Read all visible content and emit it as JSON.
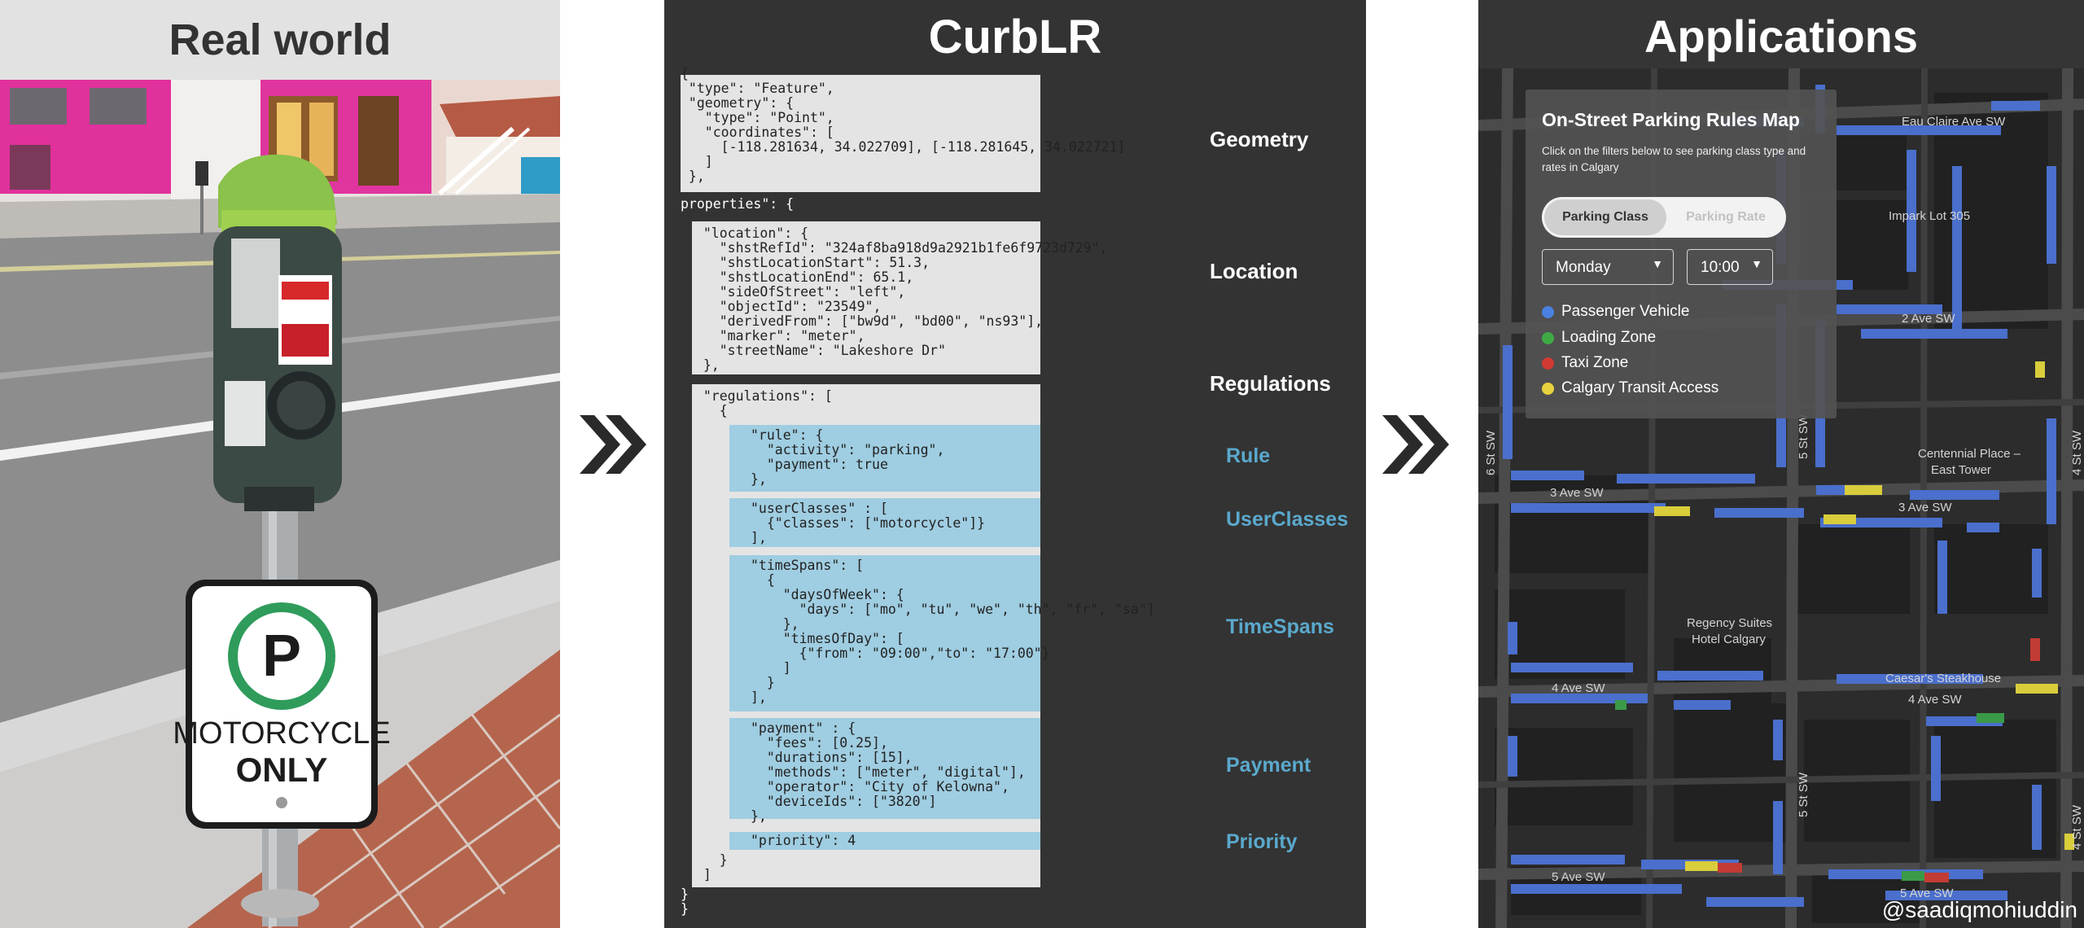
{
  "left": {
    "title": "Real world",
    "sign": {
      "letter": "P",
      "line1": "MOTORCYCLE",
      "line2": "ONLY"
    }
  },
  "middle": {
    "title": "CurbLR",
    "code": {
      "geometry": "{\n \"type\": \"Feature\",\n \"geometry\": {\n   \"type\": \"Point\",\n   \"coordinates\": [\n     [-118.281634, 34.022709], [-118.281645, 34.022721]\n   ]\n },",
      "properties": "properties\": {",
      "location": "  \"location\": {\n    \"shstRefId\": \"324af8ba918d9a2921b1fe6f9723d729\",\n    \"shstLocationStart\": 51.3,\n    \"shstLocationEnd\": 65.1,\n    \"sideOfStreet\": \"left\",\n    \"objectId\": \"23549\",\n    \"derivedFrom\": [\"bw9d\", \"bd00\", \"ns93\"],\n    \"marker\": \"meter\",\n    \"streetName\": \"Lakeshore Dr\"\n  },",
      "regulations_open": "  \"regulations\": [\n    {",
      "rule": "\"rule\": {\n  \"activity\": \"parking\",\n  \"payment\": true\n},",
      "userClasses": "\"userClasses\" : [\n  {\"classes\": [\"motorcycle\"]}\n],",
      "timeSpans": "\"timeSpans\": [\n  {\n    \"daysOfWeek\": {\n      \"days\": [\"mo\", \"tu\", \"we\", \"th\", \"fr\", \"sa\"]\n    },\n    \"timesOfDay\": [\n      {\"from\": \"09:00\",\"to\": \"17:00\"}\n    ]\n  }\n],",
      "payment": "\"payment\" : {\n  \"fees\": [0.25],\n  \"durations\": [15],\n  \"methods\": [\"meter\", \"digital\"],\n  \"operator\": \"City of Kelowna\",\n  \"deviceIds\": [\"3820\"]\n},",
      "priority": "\"priority\": 4",
      "close_inner": "    }\n  ]",
      "close_mid": "}",
      "close_outer": "}"
    },
    "labels": {
      "geometry": "Geometry",
      "location": "Location",
      "regulations": "Regulations",
      "rule": "Rule",
      "userClasses": "UserClasses",
      "timeSpans": "TimeSpans",
      "payment": "Payment",
      "priority": "Priority"
    }
  },
  "right": {
    "title": "Applications",
    "legend": {
      "title": "On-Street Parking Rules Map",
      "subtitle": "Click on the filters below to see parking class type and rates in Calgary",
      "toggle_active": "Parking Class",
      "toggle_inactive": "Parking Rate",
      "day": "Monday",
      "time": "10:00",
      "items": [
        {
          "label": "Passenger Vehicle",
          "color": "#4a80e0"
        },
        {
          "label": "Loading Zone",
          "color": "#3faa45"
        },
        {
          "label": "Taxi Zone",
          "color": "#d03a32"
        },
        {
          "label": "Calgary Transit Access",
          "color": "#e6d23e"
        }
      ]
    },
    "map_labels": {
      "eau_claire": "Eau Claire Ave SW",
      "impark": "Impark Lot 305",
      "ave2": "2 Ave SW",
      "ave3_left": "3 Ave SW",
      "ave3_right": "3 Ave SW",
      "centennial1": "Centennial Place –",
      "centennial2": "East Tower",
      "regency1": "Regency Suites",
      "regency2": "Hotel Calgary",
      "caesar": "Caesar's Steakhouse",
      "ave4_left": "4 Ave SW",
      "ave4_right": "4 Ave SW",
      "ave5_left": "5 Ave SW",
      "ave5_right": "5 Ave SW",
      "st6": "6 St SW",
      "st5_top": "5 St SW",
      "st5_bottom": "5 St SW",
      "st4_top": "4 St SW",
      "st4_bottom": "4 St SW"
    },
    "credit": "@saadiqmohiuddin"
  }
}
